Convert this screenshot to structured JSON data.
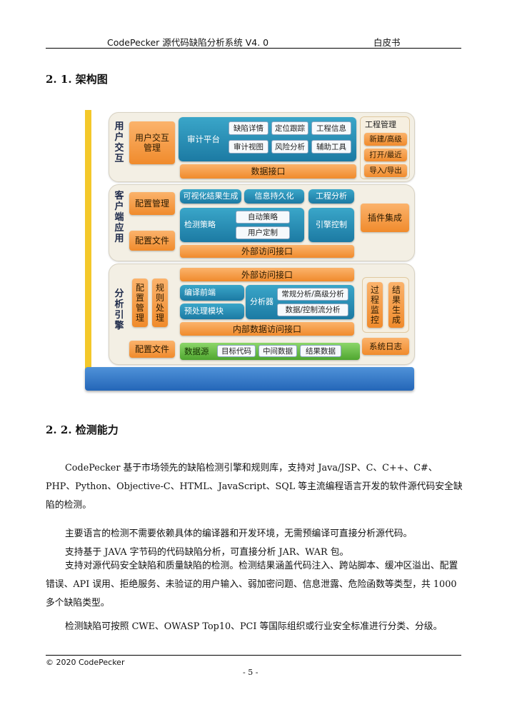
{
  "header": {
    "title": "CodePecker 源代码缺陷分析系统 V4. 0",
    "doc_type": "白皮书"
  },
  "sections": {
    "arch_title": "2. 1. 架构图",
    "detect_title": "2. 2. 检测能力"
  },
  "diagram": {
    "user_layer": {
      "label": "用户交互",
      "interaction": "用户交互管理",
      "audit_platform": "审计平台",
      "items": [
        "缺陷详情",
        "定位跟踪",
        "工程信息",
        "审计视图",
        "风险分析",
        "辅助工具"
      ],
      "data_interface": "数据接口",
      "project_mgmt": "工程管理",
      "project_items": [
        "新建/高级",
        "打开/最近",
        "导入/导出"
      ]
    },
    "client_layer": {
      "label": "客户端应用",
      "config_mgmt": "配置管理",
      "config_file": "配置文件",
      "visual_report": "可视化结果生成",
      "persistence": "信息持久化",
      "project_analysis": "工程分析",
      "detect_policy": "检测策略",
      "auto_policy": "自动策略",
      "user_custom": "用户定制",
      "engine_control": "引擎控制",
      "plugin": "插件集成",
      "external_interface": "外部访问接口"
    },
    "engine_layer": {
      "label": "分析引擎",
      "external_interface": "外部访问接口",
      "config_mgmt": "配置管理",
      "rule_proc": "规则处理",
      "config_file": "配置文件",
      "compiler_front": "编译前端",
      "preprocess": "预处理模块",
      "analyzer": "分析器",
      "analysis_items": [
        "常规分析/高级分析",
        "数据/控制流分析"
      ],
      "internal_interface": "内部数据访问接口",
      "process_monitor": "过程监控",
      "result_gen": "结果生成",
      "system_log": "系统日志",
      "data_source": "数据源",
      "data_items": [
        "目标代码",
        "中间数据",
        "结果数据"
      ]
    }
  },
  "paragraphs": {
    "p1": "CodePecker 基于市场领先的缺陷检测引擎和规则库，支持对 Java/JSP、C、C++、C#、PHP、Python、Objective-C、HTML、JavaScript、SQL 等主流编程语言开发的软件源代码安全缺陷的检测。",
    "p2": "主要语言的检测不需要依赖具体的编译器和开发环境，无需预编译可直接分析源代码。",
    "p3": "支持基于 JAVA 字节码的代码缺陷分析，可直接分析 JAR、WAR 包。",
    "p4": "支持对源代码安全缺陷和质量缺陷的检测。检测结果涵盖代码注入、跨站脚本、缓冲区溢出、配置错误、API 误用、拒绝服务、未验证的用户输入、弱加密问题、信息泄露、危险函数等类型，共 1000 多个缺陷类型。",
    "p5": "检测缺陷可按照 CWE、OWASP Top10、PCI 等国际组织或行业安全标准进行分类、分级。"
  },
  "footer": {
    "copyright": "© 2020 CodePecker",
    "page": "- 5 -"
  }
}
